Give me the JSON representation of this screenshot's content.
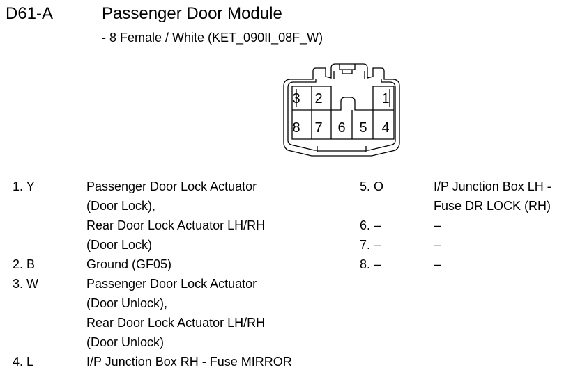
{
  "header": {
    "code": "D61-A",
    "title": "Passenger Door Module",
    "subtitle": "- 8 Female / White (KET_090II_08F_W)"
  },
  "connector": {
    "top_row": [
      "3",
      "2",
      "1"
    ],
    "bottom_row": [
      "8",
      "7",
      "6",
      "5",
      "4"
    ]
  },
  "pins_left": [
    {
      "id": "1. Y",
      "lines": [
        "Passenger Door Lock Actuator",
        "(Door Lock),",
        "Rear Door Lock Actuator LH/RH",
        "(Door Lock)"
      ]
    },
    {
      "id": "2. B",
      "lines": [
        "Ground (GF05)"
      ]
    },
    {
      "id": "3. W",
      "lines": [
        "Passenger Door Lock Actuator",
        "(Door Unlock),",
        "Rear Door Lock Actuator LH/RH",
        "(Door Unlock)"
      ]
    },
    {
      "id": "4. L",
      "lines": [
        "I/P Junction Box RH - Fuse MIRROR"
      ]
    }
  ],
  "pins_right": [
    {
      "id": "5. O",
      "lines": [
        "I/P Junction Box LH -",
        "Fuse DR LOCK (RH)"
      ]
    },
    {
      "id": "6. –",
      "lines": [
        "–"
      ]
    },
    {
      "id": "7. –",
      "lines": [
        "–"
      ]
    },
    {
      "id": "8. –",
      "lines": [
        "–"
      ]
    }
  ]
}
